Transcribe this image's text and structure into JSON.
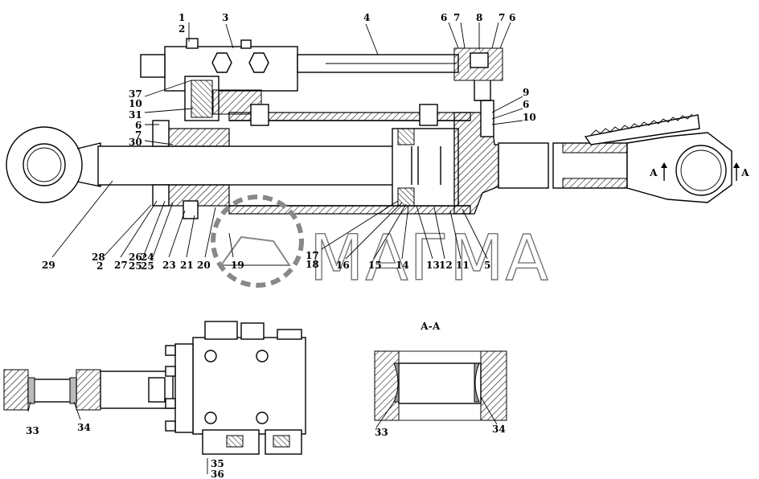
{
  "section_title": "А-А",
  "watermark": "МАГМА",
  "section_marker": "А",
  "callouts": {
    "n1": "1",
    "n2": "2",
    "n3": "3",
    "n4": "4",
    "n5": "5",
    "n6": "6",
    "n7": "7",
    "n8": "8",
    "n9": "9",
    "n10": "10",
    "n11": "11",
    "n12": "12",
    "n13": "13",
    "n14": "14",
    "n15": "15",
    "n16": "16",
    "n17": "17",
    "n18": "18",
    "n19": "19",
    "n20": "20",
    "n21": "21",
    "n22": "2",
    "n23": "23",
    "n24": "24",
    "n25": "25",
    "n26": "26",
    "n27": "27",
    "n28": "28",
    "n29": "29",
    "n30": "30",
    "n31": "31",
    "n33": "33",
    "n34": "34",
    "n35": "35",
    "n36": "36",
    "n37": "37"
  }
}
